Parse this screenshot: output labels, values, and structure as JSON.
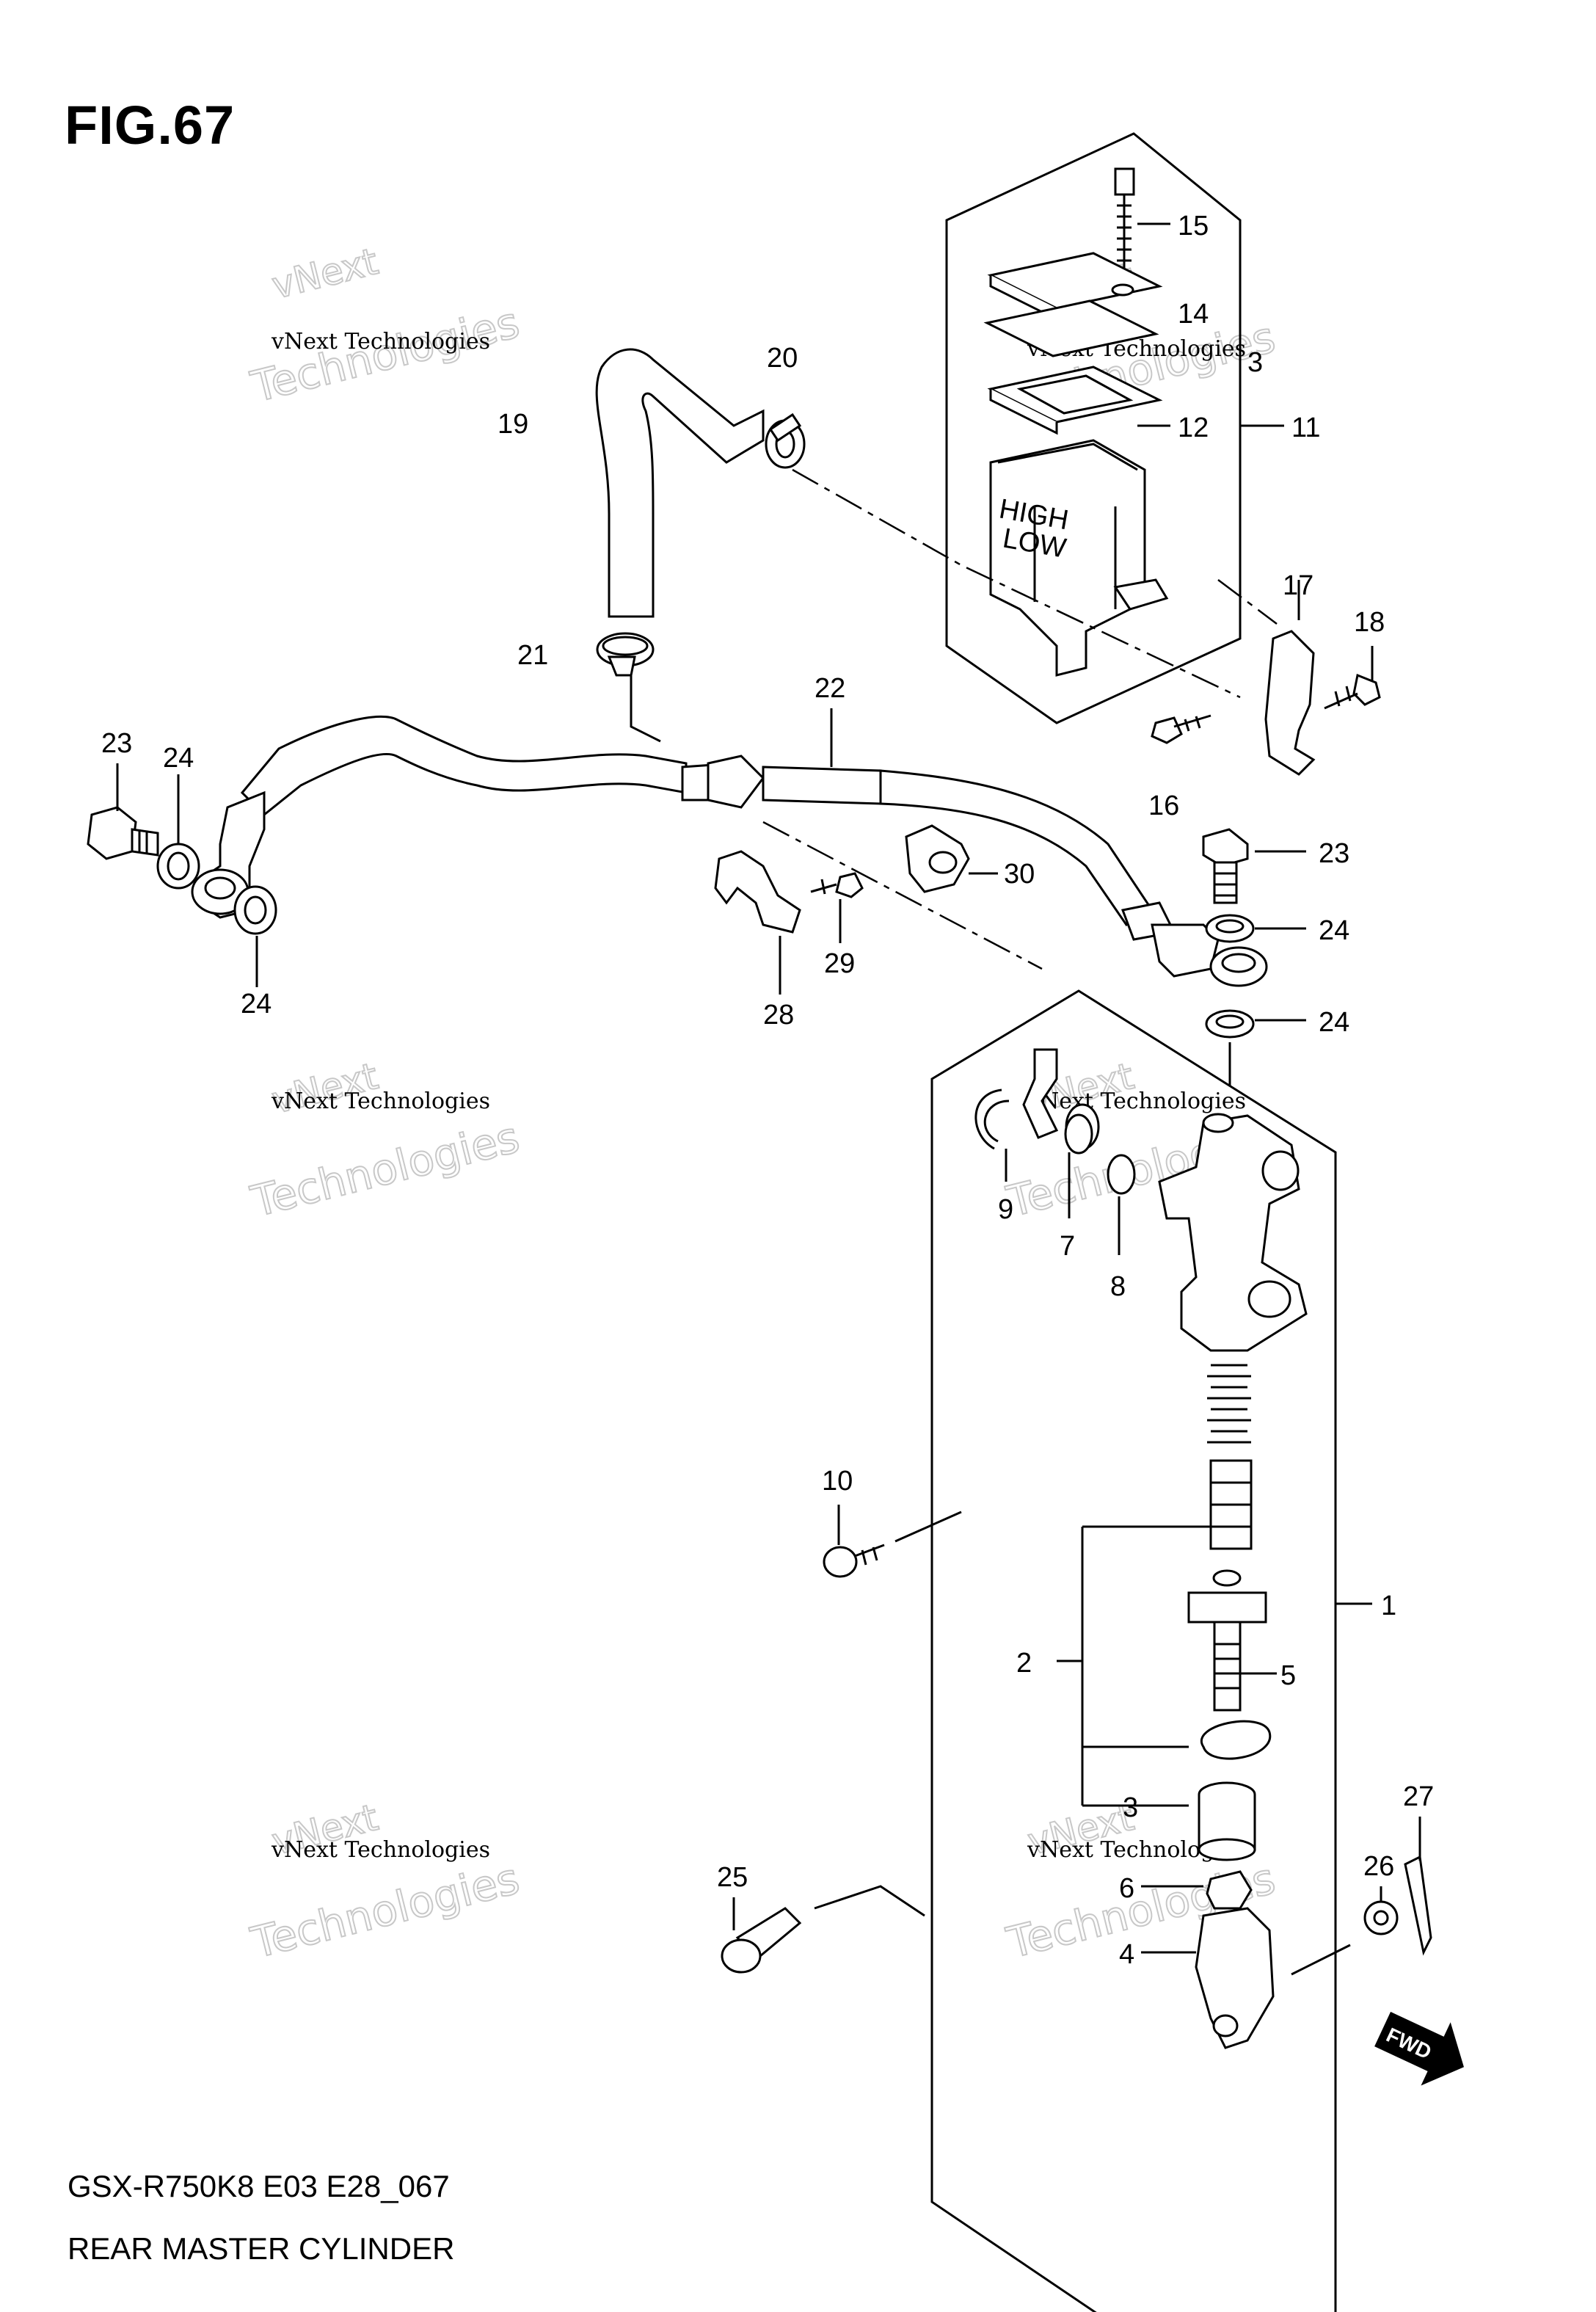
{
  "figure_title": "FIG.67",
  "footer": {
    "model_code": "GSX-R750K8 E03 E28_067",
    "assembly_name": "REAR MASTER CYLINDER"
  },
  "watermark": {
    "line1": "vNext Technologies",
    "line2": "Technologies",
    "line0": "vNext"
  },
  "fwd_badge": "FWD",
  "callouts": [
    {
      "id": "c1",
      "text": "1"
    },
    {
      "id": "c2",
      "text": "2"
    },
    {
      "id": "c3a",
      "text": "3"
    },
    {
      "id": "c3b",
      "text": "3"
    },
    {
      "id": "c4",
      "text": "4"
    },
    {
      "id": "c5",
      "text": "5"
    },
    {
      "id": "c6",
      "text": "6"
    },
    {
      "id": "c7",
      "text": "7"
    },
    {
      "id": "c8",
      "text": "8"
    },
    {
      "id": "c9",
      "text": "9"
    },
    {
      "id": "c10",
      "text": "10"
    },
    {
      "id": "c11",
      "text": "11"
    },
    {
      "id": "c12",
      "text": "12"
    },
    {
      "id": "c14",
      "text": "14"
    },
    {
      "id": "c15",
      "text": "15"
    },
    {
      "id": "c16",
      "text": "16"
    },
    {
      "id": "c17",
      "text": "17"
    },
    {
      "id": "c18",
      "text": "18"
    },
    {
      "id": "c19",
      "text": "19"
    },
    {
      "id": "c20",
      "text": "20"
    },
    {
      "id": "c21",
      "text": "21"
    },
    {
      "id": "c22",
      "text": "22"
    },
    {
      "id": "c23a",
      "text": "23"
    },
    {
      "id": "c23b",
      "text": "23"
    },
    {
      "id": "c24a",
      "text": "24"
    },
    {
      "id": "c24b",
      "text": "24"
    },
    {
      "id": "c24c",
      "text": "24"
    },
    {
      "id": "c24d",
      "text": "24"
    },
    {
      "id": "c25",
      "text": "25"
    },
    {
      "id": "c26",
      "text": "26"
    },
    {
      "id": "c27",
      "text": "27"
    },
    {
      "id": "c28",
      "text": "28"
    },
    {
      "id": "c29",
      "text": "29"
    },
    {
      "id": "c30",
      "text": "30"
    }
  ],
  "reservoir_marks": {
    "high": "HIGH",
    "low": "LOW"
  }
}
